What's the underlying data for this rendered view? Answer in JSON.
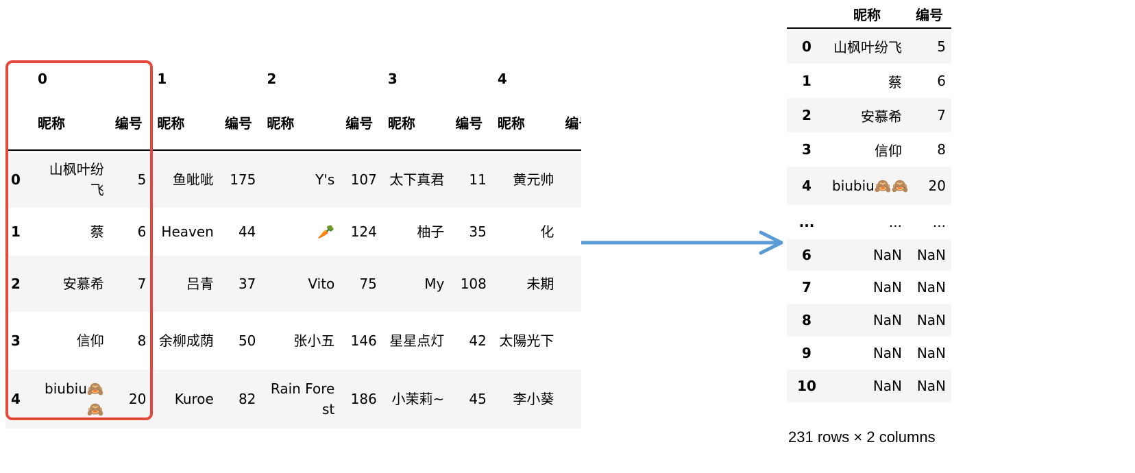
{
  "wide_table": {
    "group_headers": [
      "0",
      "1",
      "2",
      "3",
      "4"
    ],
    "col_nick": "昵称",
    "col_id": "编号",
    "rows": [
      {
        "index": "0",
        "cells": [
          "山枫叶纷飞",
          "5",
          "鱼呲呲",
          "175",
          "Y's",
          "107",
          "太下真君",
          "11",
          "黄元帅"
        ]
      },
      {
        "index": "1",
        "cells": [
          "蔡",
          "6",
          "Heaven",
          "44",
          "🥕",
          "124",
          "柚子",
          "35",
          "化"
        ]
      },
      {
        "index": "2",
        "cells": [
          "安慕希",
          "7",
          "吕青",
          "37",
          "Vito",
          "75",
          "My",
          "108",
          "未期"
        ]
      },
      {
        "index": "3",
        "cells": [
          "信仰",
          "8",
          "余柳成荫",
          "50",
          "张小五",
          "146",
          "星星点灯",
          "42",
          "太陽光下"
        ]
      },
      {
        "index": "4",
        "cells": [
          "biubiu🙈🙈",
          "20",
          "Kuroe",
          "82",
          "Rain Forest",
          "186",
          "小茉莉~",
          "45",
          "李小葵"
        ]
      }
    ]
  },
  "result_table": {
    "col_nick": "昵称",
    "col_id": "编号",
    "rows": [
      {
        "index": "0",
        "nick": "山枫叶纷飞",
        "id": "5"
      },
      {
        "index": "1",
        "nick": "蔡",
        "id": "6"
      },
      {
        "index": "2",
        "nick": "安慕希",
        "id": "7"
      },
      {
        "index": "3",
        "nick": "信仰",
        "id": "8"
      },
      {
        "index": "4",
        "nick": "biubiu🙈🙈",
        "id": "20"
      },
      {
        "index": "...",
        "nick": "...",
        "id": "..."
      },
      {
        "index": "6",
        "nick": "NaN",
        "id": "NaN"
      },
      {
        "index": "7",
        "nick": "NaN",
        "id": "NaN"
      },
      {
        "index": "8",
        "nick": "NaN",
        "id": "NaN"
      },
      {
        "index": "9",
        "nick": "NaN",
        "id": "NaN"
      },
      {
        "index": "10",
        "nick": "NaN",
        "id": "NaN"
      }
    ],
    "summary": "231 rows × 2 columns"
  },
  "colors": {
    "highlight_border": "#e5483a",
    "arrow": "#5b9bd5",
    "row_stripe": "#f5f5f5"
  }
}
